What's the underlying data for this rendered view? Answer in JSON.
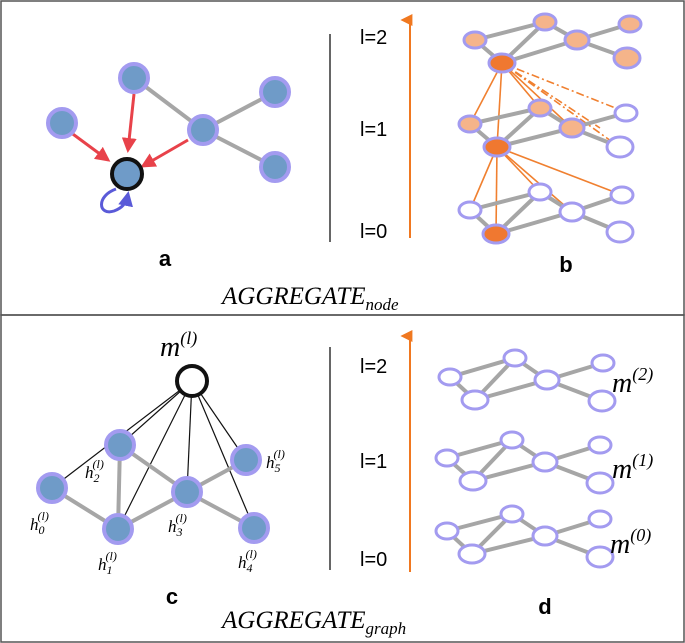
{
  "panels": {
    "a": {
      "label": "a"
    },
    "b": {
      "label": "b",
      "levels": [
        "l=2",
        "l=1",
        "l=0"
      ]
    },
    "c": {
      "label": "c",
      "readout": {
        "main": "m",
        "sup": "(l)"
      },
      "nodes": [
        {
          "main": "h",
          "sub": "0",
          "sup": "(l)"
        },
        {
          "main": "h",
          "sub": "1",
          "sup": "(l)"
        },
        {
          "main": "h",
          "sub": "2",
          "sup": "(l)"
        },
        {
          "main": "h",
          "sub": "3",
          "sup": "(l)"
        },
        {
          "main": "h",
          "sub": "4",
          "sup": "(l)"
        },
        {
          "main": "h",
          "sub": "5",
          "sup": "(l)"
        }
      ]
    },
    "d": {
      "label": "d",
      "levels": [
        "l=2",
        "l=1",
        "l=0"
      ],
      "readouts": [
        {
          "main": "m",
          "sup": "(2)"
        },
        {
          "main": "m",
          "sup": "(1)"
        },
        {
          "main": "m",
          "sup": "(0)"
        }
      ]
    }
  },
  "captions": {
    "node": {
      "main": "AGGREGATE",
      "sub": "node"
    },
    "graph": {
      "main": "AGGREGATE",
      "sub": "graph"
    }
  },
  "colors": {
    "node_fill": "#6f9bc8",
    "node_stroke": "#a39bf0",
    "edge": "#a6a6a6",
    "arrow_red": "#e8424a",
    "self_loop": "#5a5ad8",
    "axis_orange": "#f07820",
    "orange_node": "#f07830",
    "peach_node": "#f5b48a",
    "line_orange": "#f08030"
  }
}
